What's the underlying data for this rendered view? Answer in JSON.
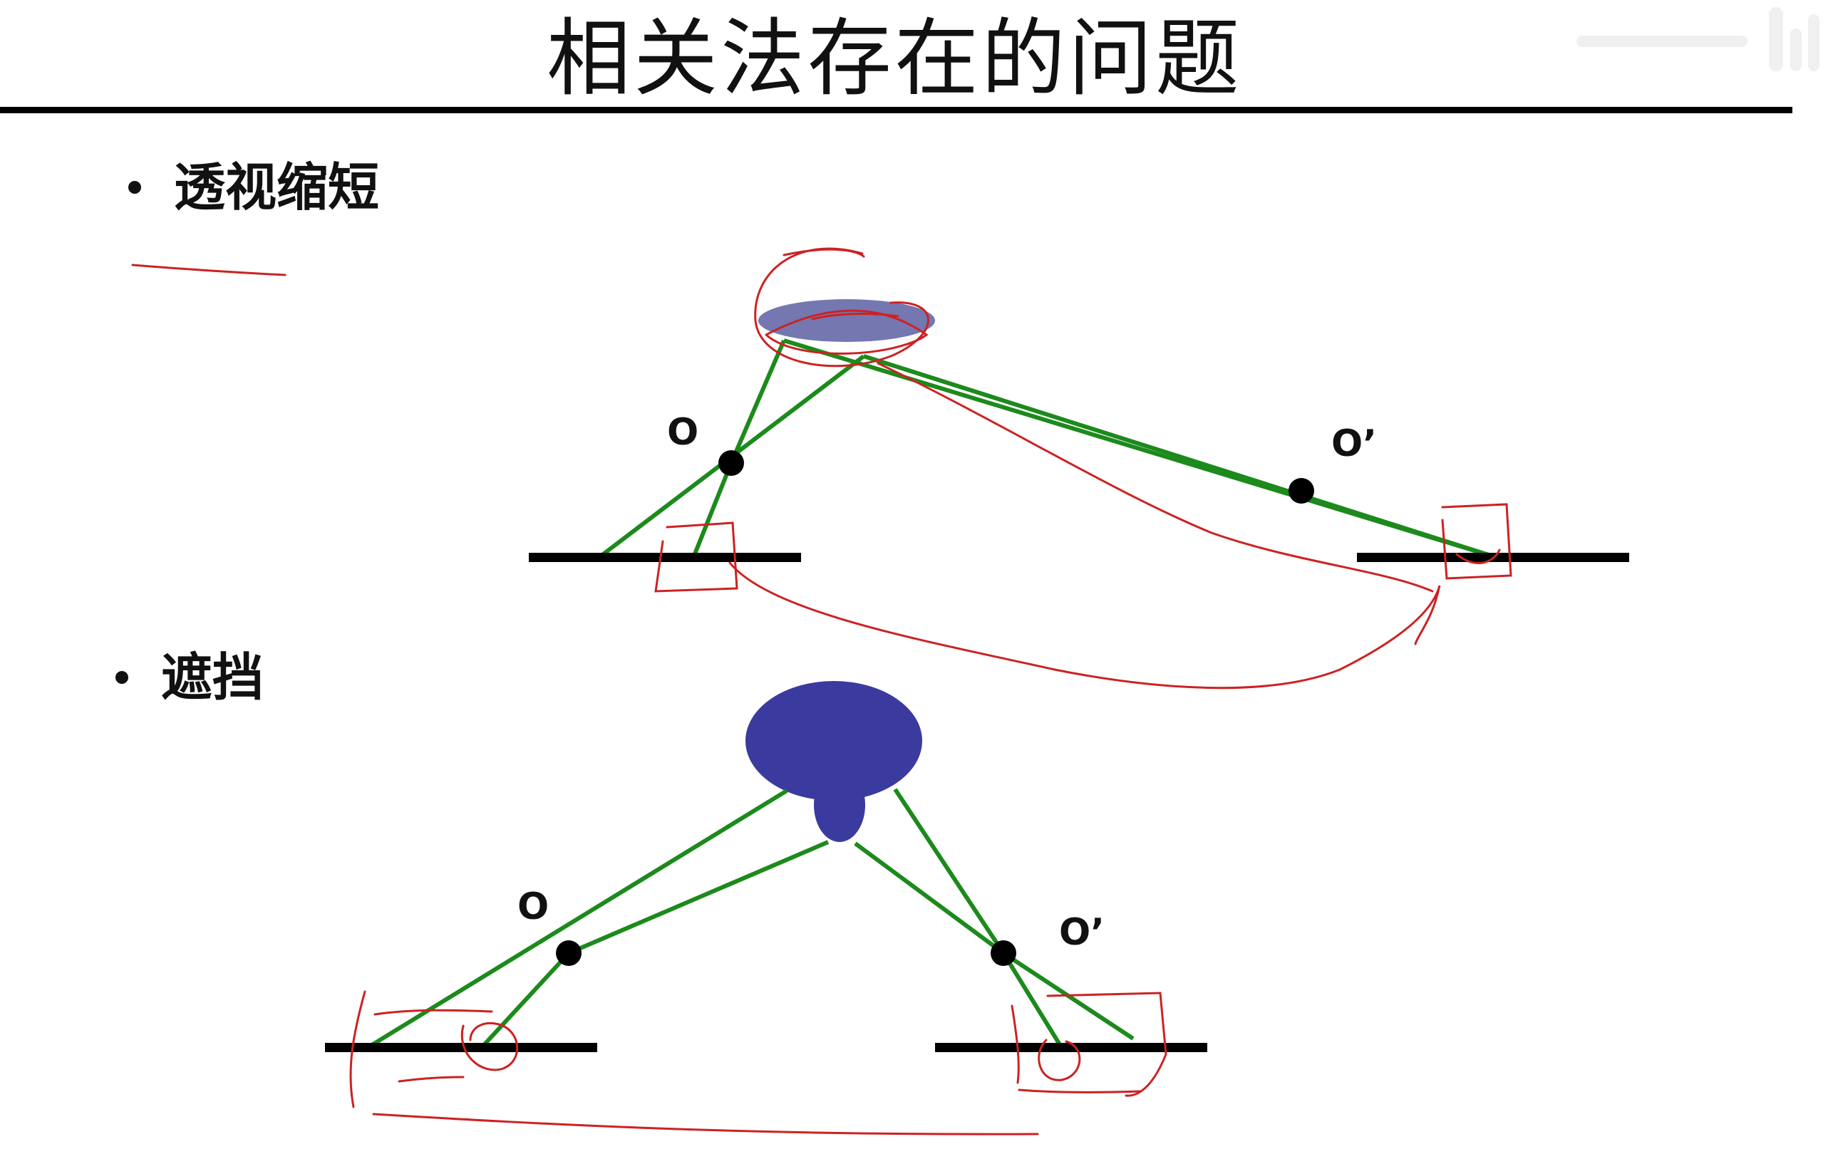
{
  "slide": {
    "title": "相关法存在的问题",
    "bullets": [
      {
        "text": "透视缩短"
      },
      {
        "text": "遮挡"
      }
    ]
  },
  "diagram": {
    "labels": {
      "top_left_point": "O",
      "top_right_point": "O’",
      "bottom_left_point": "O",
      "bottom_right_point": "O’"
    }
  },
  "colors": {
    "ray": "#1c8a1c",
    "object": "#3b3a9e",
    "object_light": "#7577b0",
    "annotation": "#cc2222",
    "ink": "#000000"
  }
}
